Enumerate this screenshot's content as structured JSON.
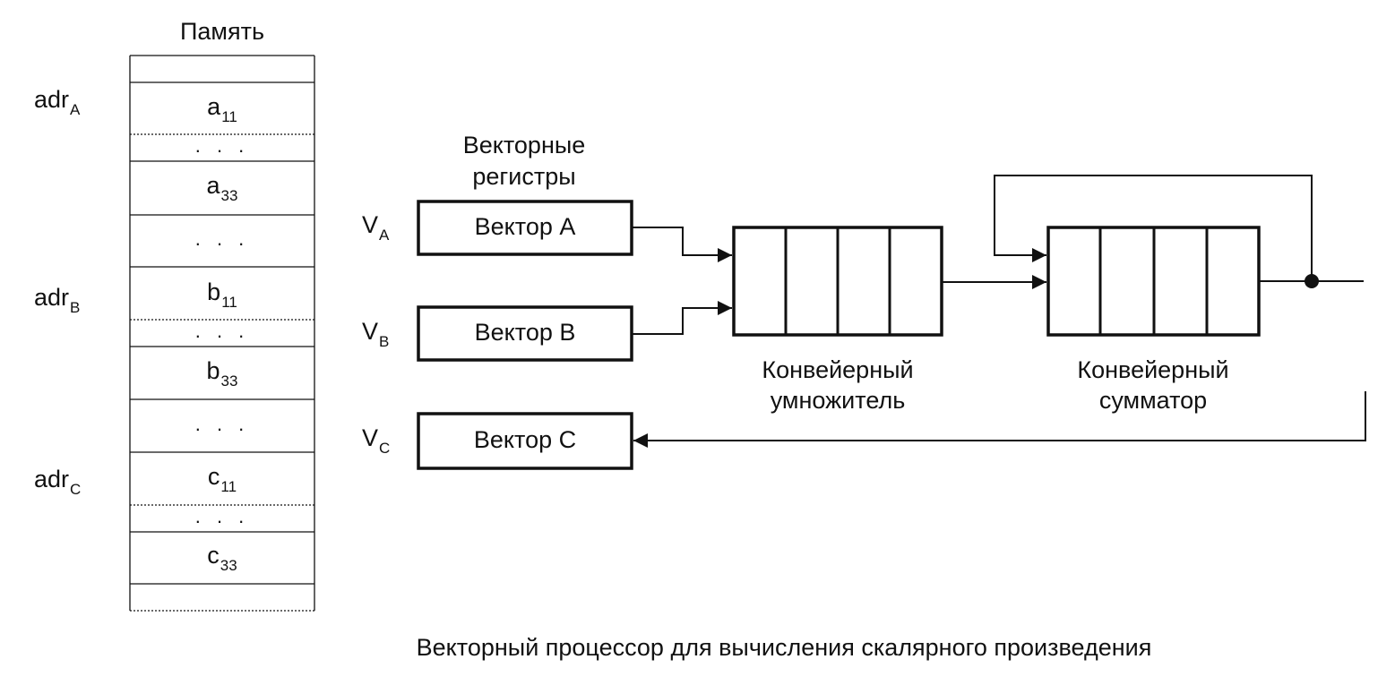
{
  "memory": {
    "title": "Память",
    "cells": [
      {
        "main": "",
        "sub": ""
      },
      {
        "main": "a",
        "sub": "11"
      },
      {
        "main": ". . .",
        "sub": ""
      },
      {
        "main": "a",
        "sub": "33"
      },
      {
        "main": ". . .",
        "sub": ""
      },
      {
        "main": "b",
        "sub": "11"
      },
      {
        "main": ". . .",
        "sub": ""
      },
      {
        "main": "b",
        "sub": "33"
      },
      {
        "main": ". . .",
        "sub": ""
      },
      {
        "main": "c",
        "sub": "11"
      },
      {
        "main": ". . .",
        "sub": ""
      },
      {
        "main": "c",
        "sub": "33"
      },
      {
        "main": "",
        "sub": ""
      }
    ],
    "addresses": [
      {
        "main": "adr",
        "sub": "A"
      },
      {
        "main": "adr",
        "sub": "B"
      },
      {
        "main": "adr",
        "sub": "C"
      }
    ]
  },
  "registers": {
    "title_line1": "Векторные",
    "title_line2": "регистры",
    "items": [
      {
        "label_main": "V",
        "label_sub": "A",
        "text": "Вектор A"
      },
      {
        "label_main": "V",
        "label_sub": "B",
        "text": "Вектор B"
      },
      {
        "label_main": "V",
        "label_sub": "C",
        "text": "Вектор C"
      }
    ]
  },
  "pipelines": {
    "multiplier": {
      "line1": "Конвейерный",
      "line2": "умножитель",
      "stages": 4
    },
    "adder": {
      "line1": "Конвейерный",
      "line2": "сумматор",
      "stages": 4
    }
  },
  "caption": "Векторный процессор для вычисления скалярного произведения",
  "colors": {
    "ink": "#111111",
    "background": "#ffffff"
  }
}
